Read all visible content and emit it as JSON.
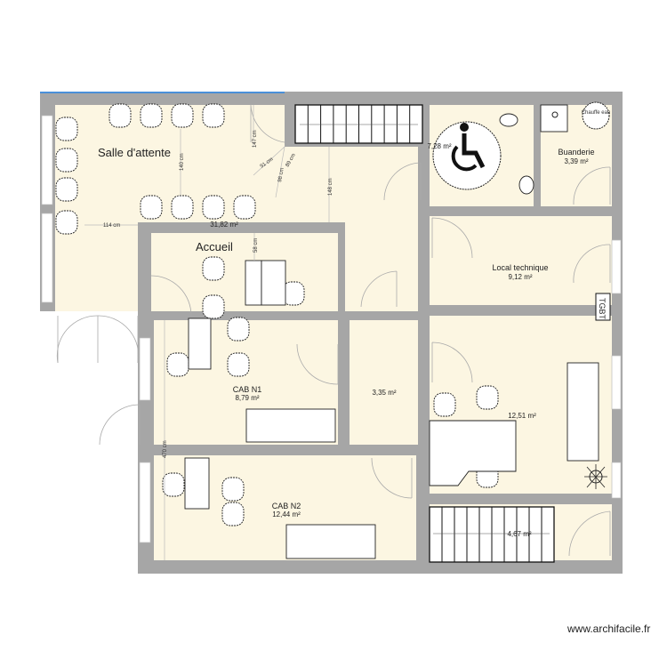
{
  "rooms": {
    "waiting": {
      "name": "Salle d'attente",
      "area": "31,82 m²"
    },
    "reception": {
      "name": "Accueil"
    },
    "wc": {
      "area": "7,28 m²"
    },
    "laundry": {
      "name": "Buanderie",
      "area": "3,39 m²"
    },
    "technical": {
      "name": "Local technique",
      "area": "9,12 m²"
    },
    "cab1": {
      "name": "CAB N1",
      "area": "8,79 m²"
    },
    "corridor": {
      "area": "3,35 m²"
    },
    "office": {
      "area": "12,51 m²"
    },
    "cab2": {
      "name": "CAB N2",
      "area": "12,44 m²"
    },
    "stairs_room": {
      "area": "4,67 m²"
    }
  },
  "dimensions": {
    "d147": "147 cm",
    "d140": "140 cm",
    "d91": "91 cm",
    "d98": "98 cm",
    "d89": "89 cm",
    "d148": "148 cm",
    "d114": "114 cm",
    "d58": "58 cm",
    "d470": "470 cm"
  },
  "equipment": {
    "tgbt": "TGBT",
    "water_heater": "Chauffe eau"
  },
  "watermark": "www.archifacile.fr",
  "colors": {
    "floor": "#fcf6e2",
    "wall": "#a6a6a6",
    "window_edge": "#4a90d9"
  }
}
